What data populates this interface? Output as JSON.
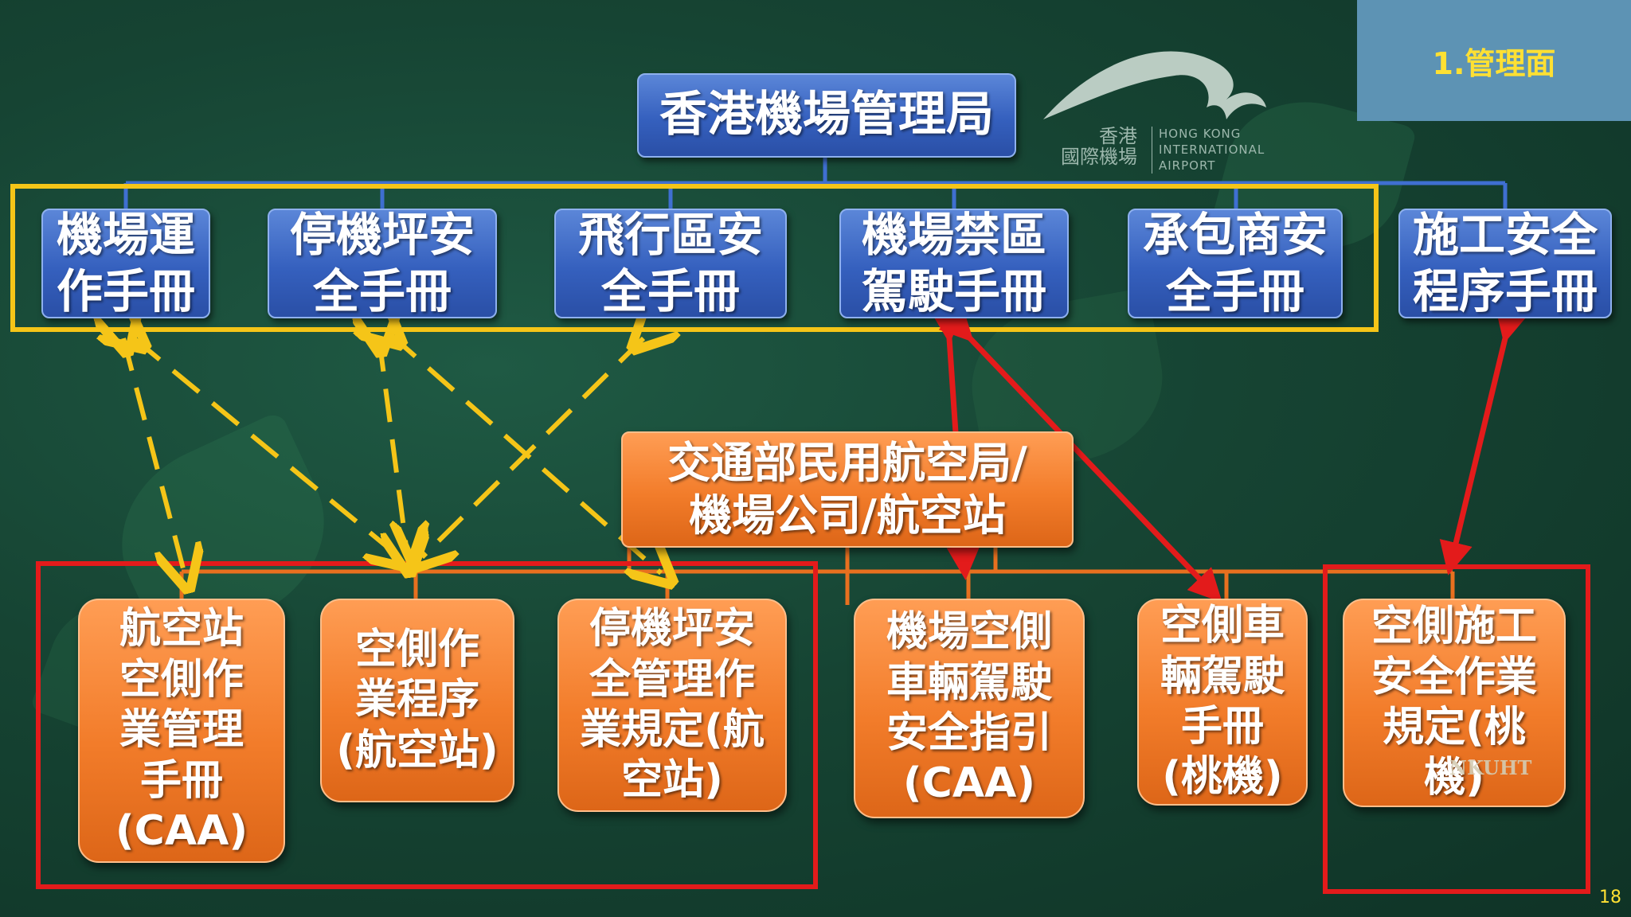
{
  "slide": {
    "section_label": "1.管理面",
    "page_number": "18"
  },
  "logo": {
    "name_zh_line1": "香港",
    "name_zh_line2": "國際機場",
    "name_en_line1": "HONG KONG",
    "name_en_line2": "INTERNATIONAL",
    "name_en_line3": "AIRPORT",
    "seal_text": "NKUHT"
  },
  "top": {
    "title": "香港機場管理局"
  },
  "manuals": [
    {
      "label": "機場運\n作手冊"
    },
    {
      "label": "停機坪安\n全手冊"
    },
    {
      "label": "飛行區安\n全手冊"
    },
    {
      "label": "機場禁區\n駕駛手冊"
    },
    {
      "label": "承包商安\n全手冊"
    },
    {
      "label": "施工安全\n程序手冊"
    }
  ],
  "center": {
    "label": "交通部民用航空局/\n機場公司/航空站"
  },
  "regulations": [
    {
      "label": "航空站\n空側作\n業管理\n手冊\n(CAA)"
    },
    {
      "label": "空側作\n業程序\n(航空站)"
    },
    {
      "label": "停機坪安\n全管理作\n業規定(航\n空站)"
    },
    {
      "label": "機場空側\n車輛駕駛\n安全指引\n(CAA)"
    },
    {
      "label": "空側車\n輛駕駛\n手冊\n(桃機)"
    },
    {
      "label": "空側施工\n安全作業\n規定(桃\n機)"
    }
  ],
  "colors": {
    "yellow_arrow": "#f5c518",
    "red_arrow": "#e31b1b",
    "blue_box": "#3560be",
    "orange_box": "#f27c2a",
    "connector_orange": "#e8701f",
    "connector_blue": "#3f6fd1",
    "section_label": "#ffe033"
  }
}
